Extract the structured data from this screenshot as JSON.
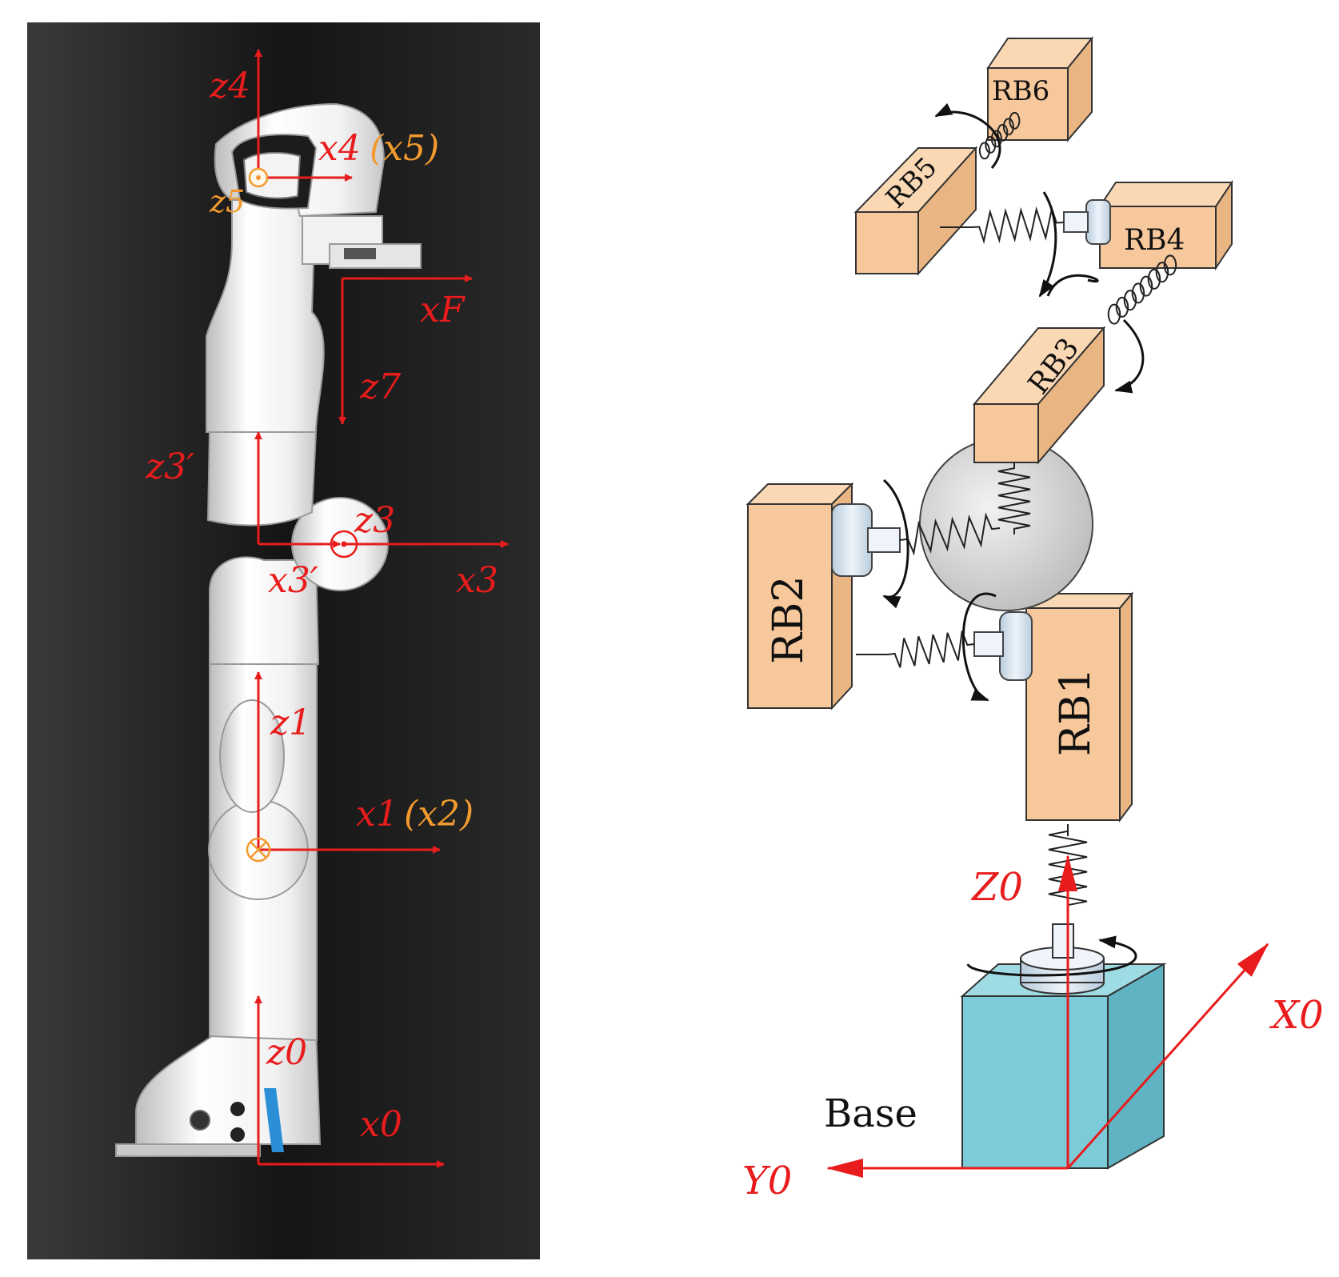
{
  "colors": {
    "panel_bg": "#151515",
    "axis_red": "#e81c1c",
    "frame_orange": "#f29a2e",
    "rigid_body_fill": "#f7c89b",
    "base_fill": "#7ccbd8",
    "joint_sphere": "#d9d9d9"
  },
  "left_panel": {
    "labels": {
      "z4": "z4",
      "x4": "x4",
      "x5": "(x5)",
      "z5": "z5",
      "xF": "xF",
      "z7": "z7",
      "z3p": "z3′",
      "z3": "z3",
      "x3p": "x3′",
      "x3": "x3",
      "z1": "z1",
      "x1": "x1",
      "x2": "(x2)",
      "z0": "z0",
      "x0": "x0"
    }
  },
  "right_panel": {
    "bodies": {
      "rb1": "RB1",
      "rb2": "RB2",
      "rb3": "RB3",
      "rb4": "RB4",
      "rb5": "RB5",
      "rb6": "RB6"
    },
    "base_label": "Base",
    "axes": {
      "Z0": "Z0",
      "X0": "X0",
      "Y0": "Y0"
    }
  }
}
